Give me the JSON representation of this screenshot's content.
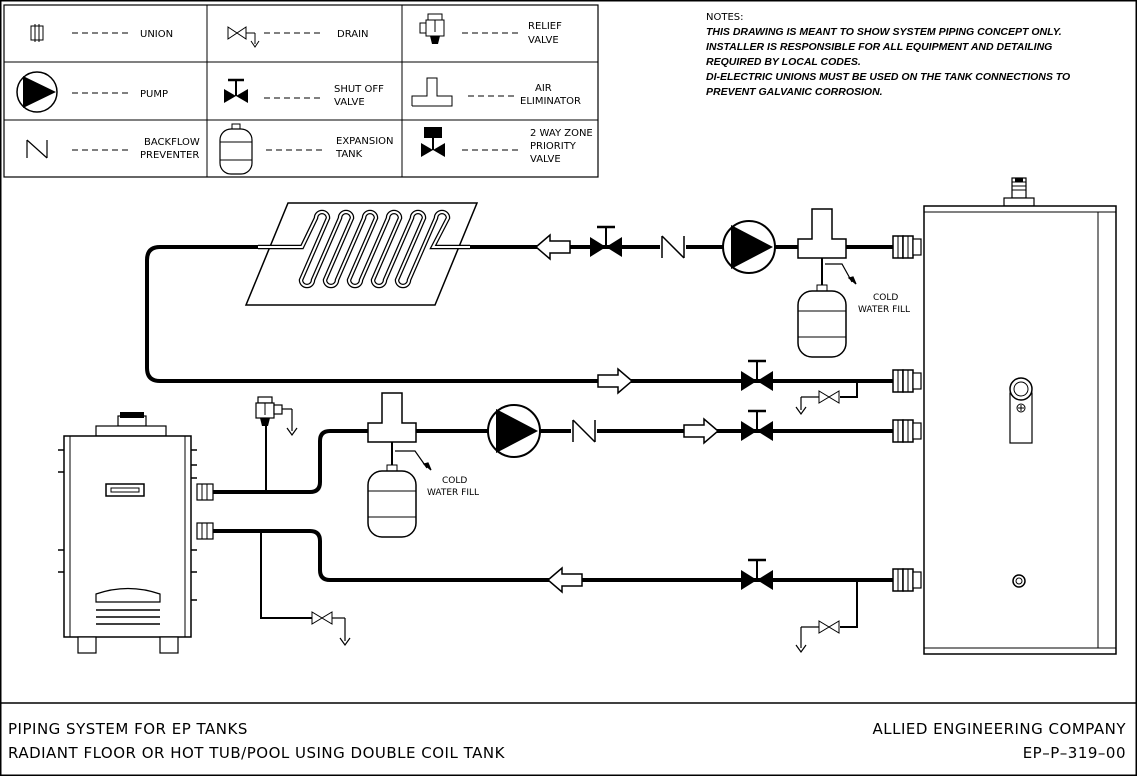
{
  "legend": {
    "union": "UNION",
    "drain": "DRAIN",
    "relief_valve": [
      "RELIEF",
      "VALVE"
    ],
    "pump": "PUMP",
    "shut_off_valve": [
      "SHUT OFF",
      "VALVE"
    ],
    "air_eliminator": [
      "AIR",
      "ELIMINATOR"
    ],
    "backflow_preventer": [
      "BACKFLOW",
      "PREVENTER"
    ],
    "expansion_tank": [
      "EXPANSION",
      "TANK"
    ],
    "zone_priority_valve": [
      "2 WAY ZONE",
      "PRIORITY",
      "VALVE"
    ]
  },
  "notes": {
    "heading": "NOTES:",
    "lines": [
      "THIS DRAWING IS MEANT TO SHOW SYSTEM PIPING CONCEPT ONLY.",
      "INSTALLER IS RESPONSIBLE FOR ALL EQUIPMENT AND DETAILING",
      "REQUIRED BY LOCAL CODES.",
      "DI-ELECTRIC UNIONS MUST BE USED ON THE TANK CONNECTIONS TO",
      "PREVENT GALVANIC CORROSION."
    ]
  },
  "labels": {
    "cold_water_fill_top": [
      "COLD",
      "WATER FILL"
    ],
    "cold_water_fill_bottom": [
      "COLD",
      "WATER FILL"
    ]
  },
  "title_block": {
    "line1": "PIPING SYSTEM FOR EP TANKS",
    "line2": "RADIANT FLOOR OR HOT TUB/POOL USING DOUBLE COIL TANK",
    "company": "ALLIED ENGINEERING COMPANY",
    "drawing_number": "EP–P–319–00"
  }
}
